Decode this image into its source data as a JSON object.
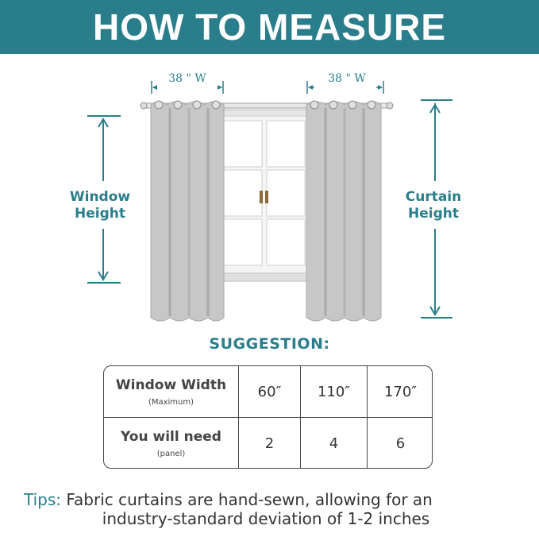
{
  "header": {
    "title": "HOW TO MEASURE"
  },
  "illustration": {
    "left_width_label": "38 \" W",
    "right_width_label": "38 \" W",
    "window_height_label": [
      "Window",
      "Height"
    ],
    "curtain_height_label": [
      "Curtain",
      "Height"
    ]
  },
  "suggestion": {
    "title": "SUGGESTION:",
    "row1": {
      "label": "Window Width",
      "sublabel": "(Maximum)",
      "values": [
        "60″",
        "110″",
        "170″"
      ]
    },
    "row2": {
      "label": "You will need",
      "sublabel": "(panel)",
      "values": [
        "2",
        "4",
        "6"
      ]
    }
  },
  "tips": {
    "label": "Tips:",
    "line1": "Fabric curtains are hand-sewn, allowing for an",
    "line2": "industry-standard deviation of 1-2 inches"
  },
  "colors": {
    "accent": "#2a7e8b",
    "curtain": "#c4c4c4",
    "window_frame": "#f2f2f2"
  }
}
